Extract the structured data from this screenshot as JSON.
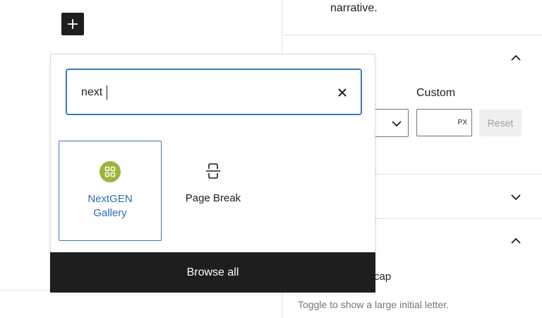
{
  "editor": {
    "add_block_icon": "plus-icon"
  },
  "sidebar": {
    "narrative_text": "narrative.",
    "sections": [
      {
        "expanded": true,
        "chevron": "chevron-up-icon"
      },
      {
        "expanded": false,
        "chevron": "chevron-down-icon"
      },
      {
        "expanded": true,
        "chevron": "chevron-up-icon"
      }
    ],
    "custom_label": "Custom",
    "px_unit": "PX",
    "px_value": "",
    "reset_label": "Reset",
    "dropcap_label": "cap",
    "dropcap_help": "Toggle to show a large initial letter."
  },
  "inserter": {
    "search_value": "next",
    "clear_icon": "close-icon",
    "results": [
      {
        "label": "NextGEN Gallery",
        "icon": "nextgen-gallery-icon",
        "selected": true,
        "color": "#9bb53b"
      },
      {
        "label": "Page Break",
        "icon": "page-break-icon",
        "selected": false
      }
    ],
    "browse_all_label": "Browse all"
  },
  "colors": {
    "accent": "#3a78c3",
    "dark": "#1e1e1e",
    "nextgen_green": "#9bb53b",
    "border": "#e0e0e0"
  }
}
